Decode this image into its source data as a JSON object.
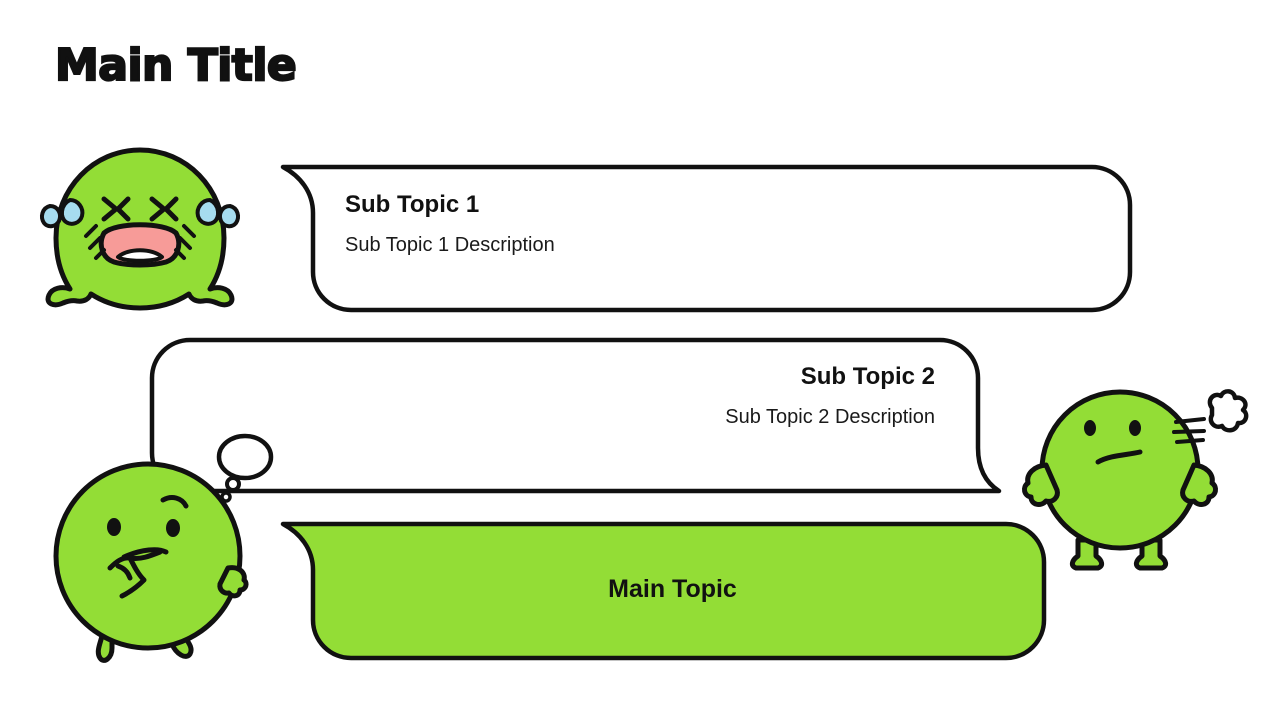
{
  "slide": {
    "title": "Main Title",
    "background_color": "#FFFFFF",
    "accent_color": "#93DD36",
    "outline_color": "#111111",
    "tear_color": "#A6DCEF",
    "mouth_color": "#F79B98"
  },
  "bubbles": [
    {
      "id": "bubble-1",
      "title": "Sub Topic 1",
      "description": "Sub Topic 1 Description",
      "fill": "#FFFFFF",
      "align": "left",
      "tail": "top-left"
    },
    {
      "id": "bubble-2",
      "title": "Sub Topic 2",
      "description": "Sub Topic 2 Description",
      "fill": "#FFFFFF",
      "align": "right",
      "tail": "bottom-right"
    },
    {
      "id": "bubble-3",
      "title": "Main Topic",
      "description": "",
      "fill": "#93DD36",
      "align": "center",
      "tail": "top-left"
    }
  ],
  "characters": [
    {
      "id": "character-crying",
      "name": "crying-blob-character",
      "emotion": "crying"
    },
    {
      "id": "character-thinking",
      "name": "thinking-blob-character",
      "emotion": "thinking"
    },
    {
      "id": "character-frustrated",
      "name": "frustrated-blob-character",
      "emotion": "frustrated"
    }
  ],
  "thought_bubble": {
    "name": "thought-bubble-dots",
    "visible": true
  }
}
